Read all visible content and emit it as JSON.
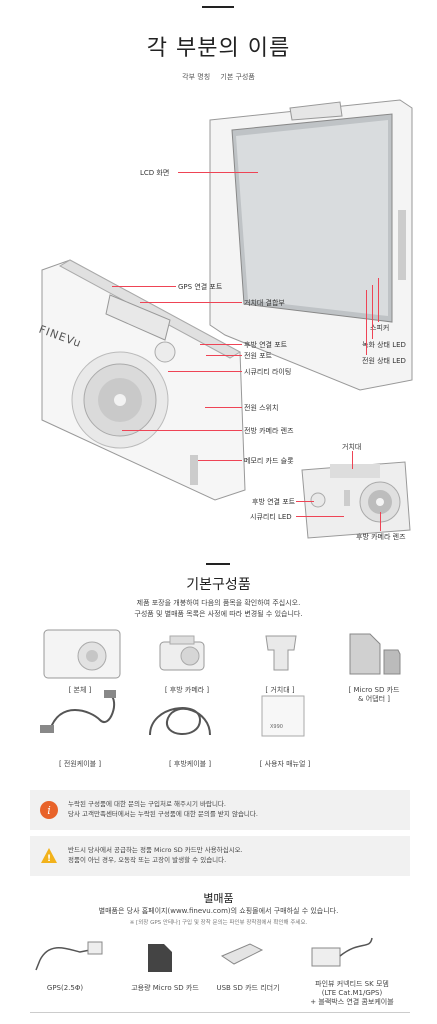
{
  "header": {
    "title": "각 부분의 이름",
    "sub_tabs": [
      "각부 명칭",
      "기본 구성품"
    ]
  },
  "parts": {
    "lcd": "LCD 화면",
    "gps_port": "GPS 연결 포트",
    "mount": "거치대 결합부",
    "rear_port": "후방 연결 포트",
    "power_port": "전원 포트",
    "security_lighting": "시큐리티 라이팅",
    "power_switch": "전원 스위치",
    "front_lens": "전방 카메라 렌즈",
    "sd_slot": "메모리 카드 슬롯",
    "speaker": "스피커",
    "rec_led": "녹화 상태 LED",
    "power_led": "전원 상태 LED",
    "bracket": "거치대",
    "rear_cam_port": "후방 연결 포트",
    "security_led": "시큐리티 LED",
    "rear_lens": "후방 카메라 렌즈",
    "brand": "FINEVu"
  },
  "basic": {
    "title": "기본구성품",
    "desc1": "제품 포장을 개봉하여 다음의 품목을 확인하여 주십시오.",
    "desc2": "구성품 및 별매품 목록은 사정에 따라 변경될 수 있습니다.",
    "items": [
      "[ 본체 ]",
      "[ 후방 카메라 ]",
      "[ 거치대 ]",
      "[ Micro SD 카드",
      "& 어댑터 ]",
      "[ 전원케이블 ]",
      "[ 후방케이블 ]",
      "[ 사용자 매뉴얼 ]"
    ],
    "manual_label": "X990"
  },
  "notes": {
    "n1a": "누락된 구성품에 대한 문의는 구입처로 해주시기 바랍니다.",
    "n1b": "당사 고객만족센터에서는 누락된 구성품에 대한 문의를 받지 않습니다.",
    "n2a": "반드시 당사에서 공급하는 정품 Micro SD 카드만 사용하십시오.",
    "n2b": "정품이 아닌 경우, 오동작 또는 고장이 발생할 수 있습니다."
  },
  "extra": {
    "title": "별매품",
    "desc": "별매품은 당사 홈페이지(www.finevu.com)의 쇼핑몰에서 구매하실 수 있습니다.",
    "small": "※ [외장 GPS 안테나] 구입 및 장착 문의는 파인뷰 장착점에서 확인해 주세요.",
    "items": [
      "GPS(2.5Φ)",
      "고용량 Micro SD 카드",
      "USB SD 카드 리더기",
      "파인뷰 커넥티드 SK 모뎀",
      "(LTE Cat.M1/GPS)",
      "+ 블랙박스 연결 콤보케이블"
    ]
  },
  "colors": {
    "accent": "#e45",
    "note_bg": "#f1f1f1",
    "info": "#e8632a",
    "warn": "#f2b21b"
  }
}
